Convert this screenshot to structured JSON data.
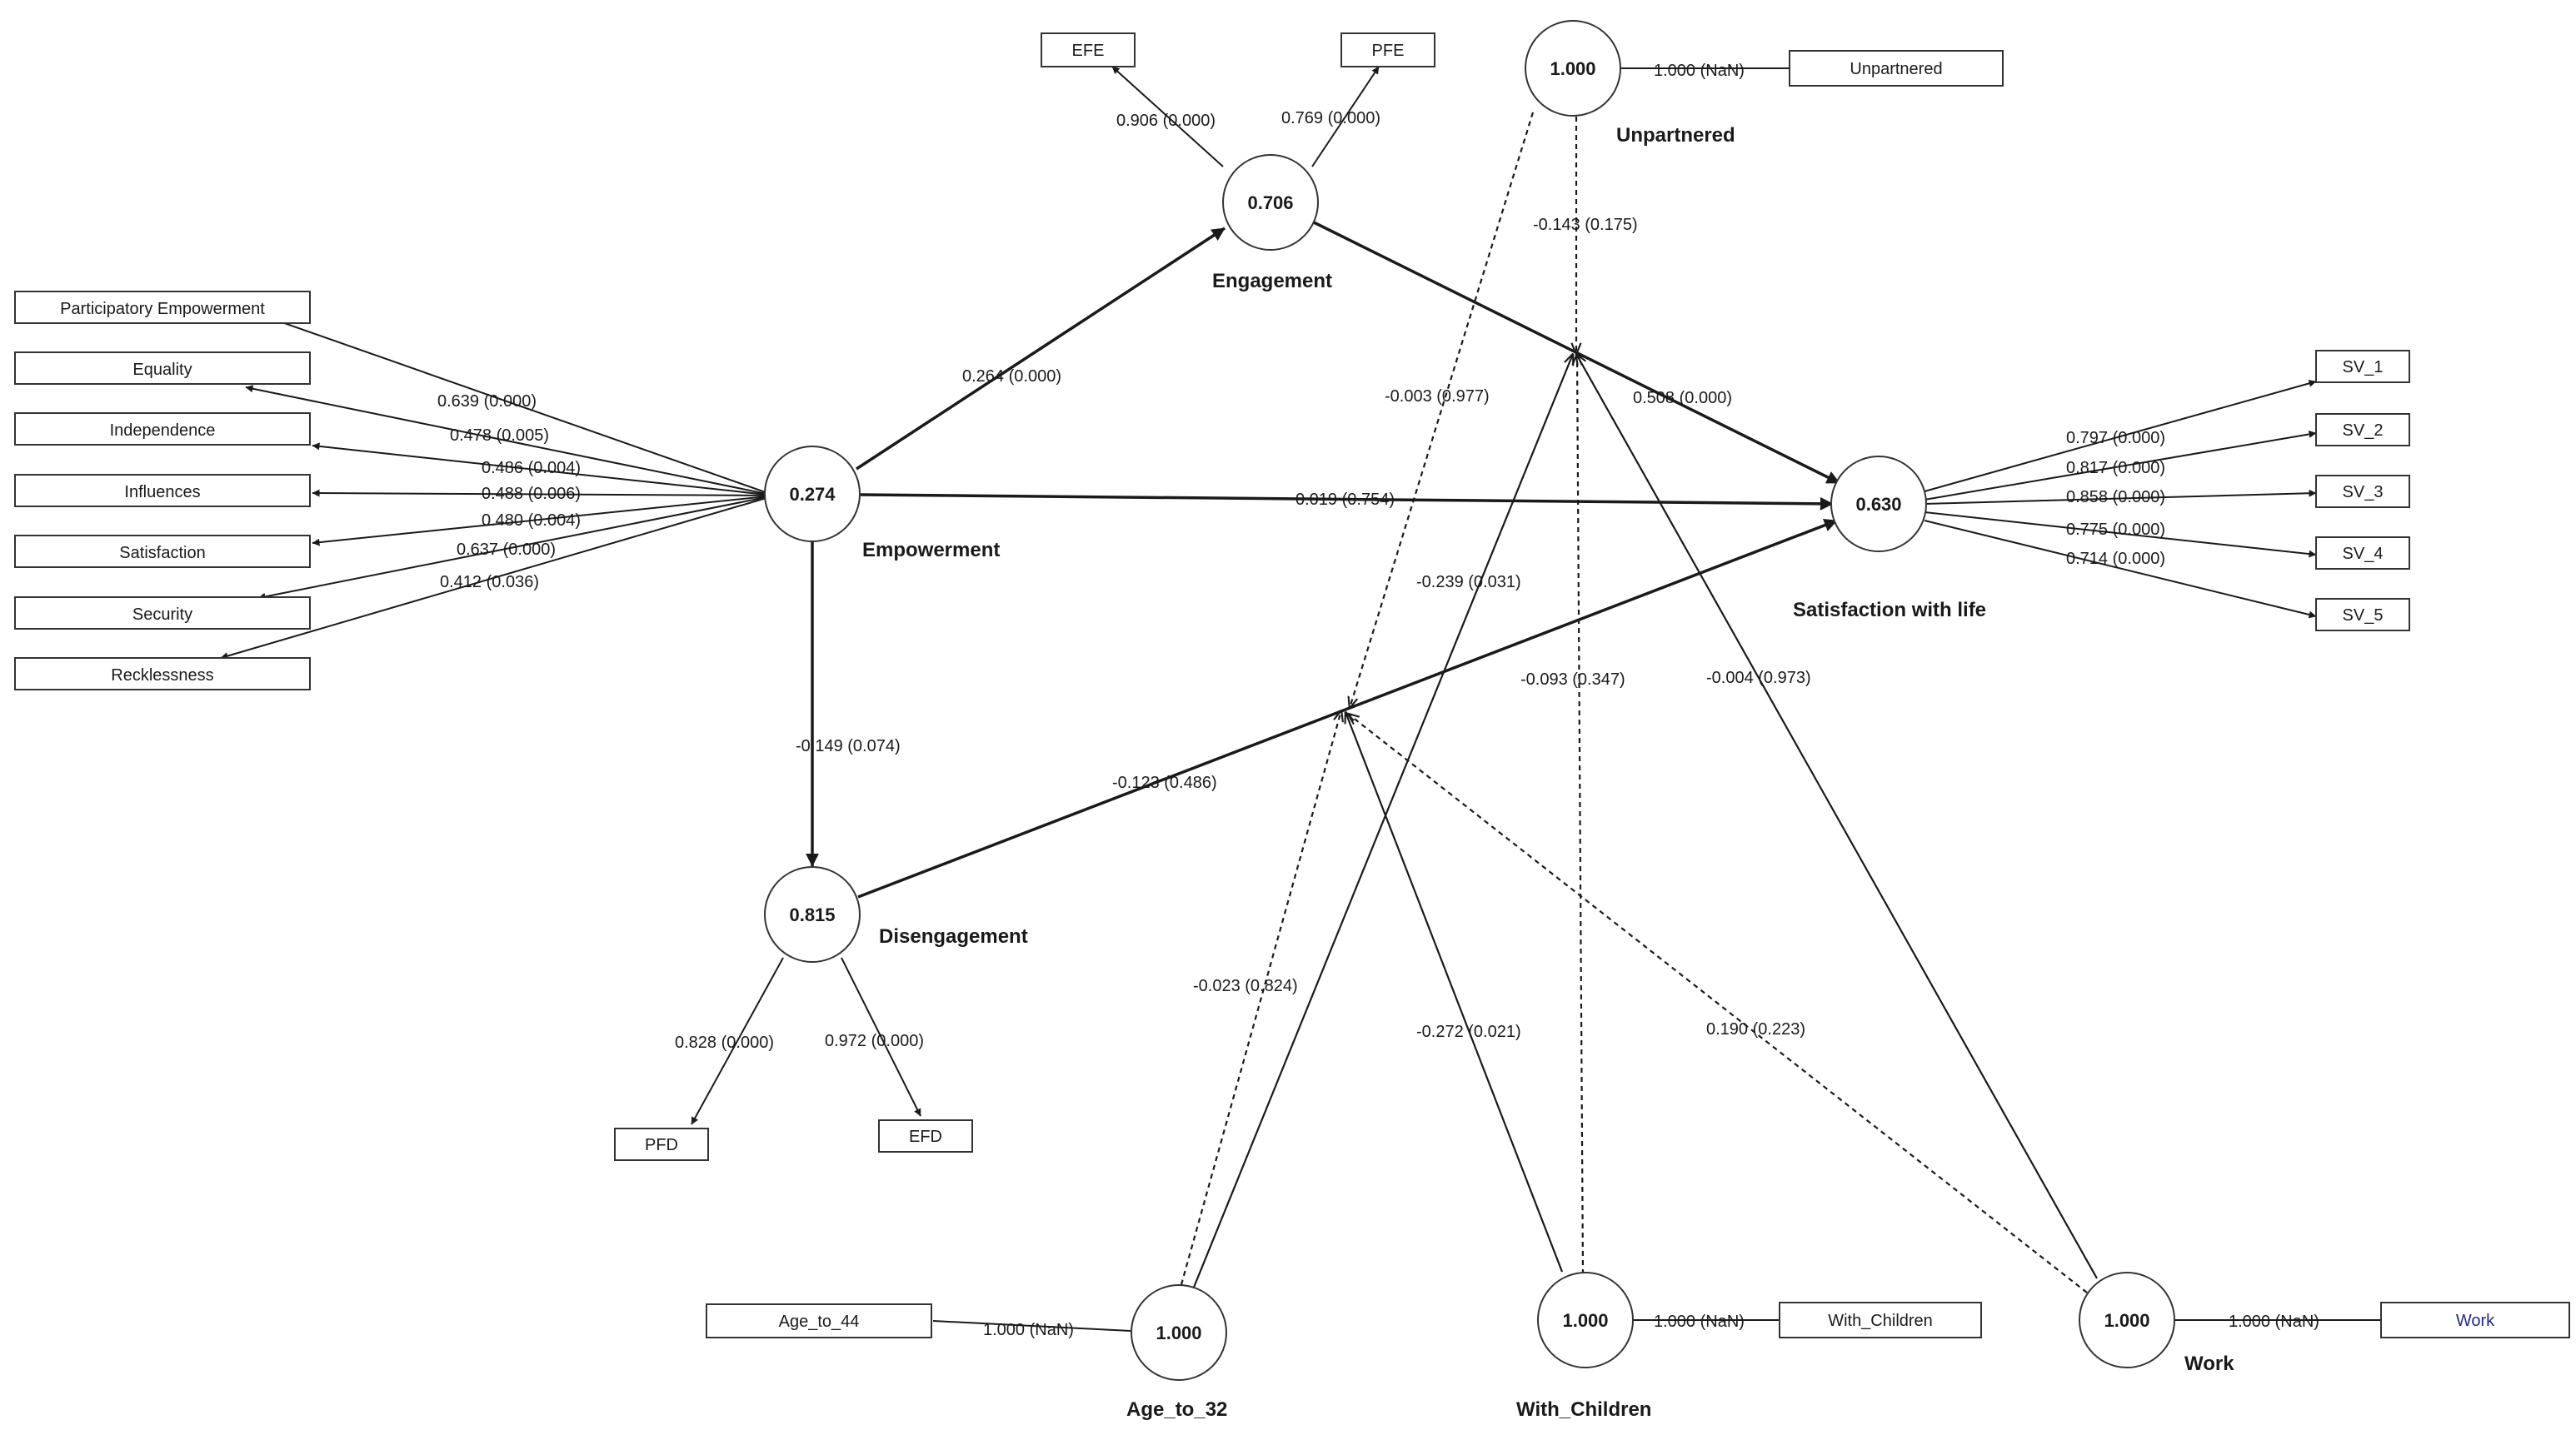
{
  "diagram": {
    "latent": [
      {
        "id": "empowerment",
        "value": "0.274",
        "name": "Empowerment"
      },
      {
        "id": "engagement",
        "value": "0.706",
        "name": "Engagement"
      },
      {
        "id": "disengagement",
        "value": "0.815",
        "name": "Disengagement"
      },
      {
        "id": "satisfaction",
        "value": "0.630",
        "name": "Satisfaction with life"
      },
      {
        "id": "unpartnered",
        "value": "1.000",
        "name": "Unpartnered"
      },
      {
        "id": "age32",
        "value": "1.000",
        "name": "Age_to_32"
      },
      {
        "id": "children",
        "value": "1.000",
        "name": "With_Children"
      },
      {
        "id": "work",
        "value": "1.000",
        "name": "Work"
      }
    ],
    "indicators": [
      {
        "id": "pe",
        "label": "Participatory Empowerment"
      },
      {
        "id": "eq",
        "label": "Equality"
      },
      {
        "id": "ind",
        "label": "Independence"
      },
      {
        "id": "inf",
        "label": "Influences"
      },
      {
        "id": "sat",
        "label": "Satisfaction"
      },
      {
        "id": "sec",
        "label": "Security"
      },
      {
        "id": "rec",
        "label": "Recklessness"
      },
      {
        "id": "efe",
        "label": "EFE"
      },
      {
        "id": "pfe",
        "label": "PFE"
      },
      {
        "id": "unp_box",
        "label": "Unpartnered"
      },
      {
        "id": "sv1",
        "label": "SV_1"
      },
      {
        "id": "sv2",
        "label": "SV_2"
      },
      {
        "id": "sv3",
        "label": "SV_3"
      },
      {
        "id": "sv4",
        "label": "SV_4"
      },
      {
        "id": "sv5",
        "label": "SV_5"
      },
      {
        "id": "pfd",
        "label": "PFD"
      },
      {
        "id": "efd",
        "label": "EFD"
      },
      {
        "id": "age44",
        "label": "Age_to_44"
      },
      {
        "id": "wc_box",
        "label": "With_Children"
      },
      {
        "id": "work_box",
        "label": "Work"
      }
    ],
    "loadings": [
      {
        "id": "l_pe",
        "label": "0.639 (0.000)"
      },
      {
        "id": "l_eq",
        "label": "0.478 (0.005)"
      },
      {
        "id": "l_ind",
        "label": "0.486 (0.004)"
      },
      {
        "id": "l_inf",
        "label": "0.488 (0.006)"
      },
      {
        "id": "l_sat",
        "label": "0.480 (0.004)"
      },
      {
        "id": "l_sec",
        "label": "0.637 (0.000)"
      },
      {
        "id": "l_rec",
        "label": "0.412 (0.036)"
      },
      {
        "id": "l_efe",
        "label": "0.906 (0.000)"
      },
      {
        "id": "l_pfe",
        "label": "0.769 (0.000)"
      },
      {
        "id": "l_unp",
        "label": "1.000 (NaN)"
      },
      {
        "id": "l_sv1",
        "label": "0.797 (0.000)"
      },
      {
        "id": "l_sv2",
        "label": "0.817 (0.000)"
      },
      {
        "id": "l_sv3",
        "label": "0.858 (0.000)"
      },
      {
        "id": "l_sv4",
        "label": "0.775 (0.000)"
      },
      {
        "id": "l_sv5",
        "label": "0.714 (0.000)"
      },
      {
        "id": "l_pfd",
        "label": "0.828 (0.000)"
      },
      {
        "id": "l_efd",
        "label": "0.972 (0.000)"
      },
      {
        "id": "l_age44",
        "label": "1.000 (NaN)"
      },
      {
        "id": "l_wc",
        "label": "1.000 (NaN)"
      },
      {
        "id": "l_work",
        "label": "1.000 (NaN)"
      }
    ],
    "paths": [
      {
        "id": "p_emp_eng",
        "label": "0.264 (0.000)"
      },
      {
        "id": "p_eng_sat",
        "label": "0.508 (0.000)"
      },
      {
        "id": "p_emp_sat",
        "label": "0.019 (0.754)"
      },
      {
        "id": "p_emp_dis",
        "label": "-0.149 (0.074)"
      },
      {
        "id": "p_dis_sat",
        "label": "-0.123 (0.486)"
      },
      {
        "id": "m_unp",
        "label": "-0.143 (0.175)"
      },
      {
        "id": "m_age_eng",
        "label": "-0.239 (0.031)"
      },
      {
        "id": "m_age_dis",
        "label": "-0.003 (0.977)"
      },
      {
        "id": "m_wc_eng",
        "label": "-0.093 (0.347)"
      },
      {
        "id": "m_work_eng",
        "label": "-0.004 (0.973)"
      },
      {
        "id": "m_age_dis2",
        "label": "-0.023 (0.824)"
      },
      {
        "id": "m_wc_dis",
        "label": "-0.272 (0.021)"
      },
      {
        "id": "m_work_dis",
        "label": "0.190 (0.223)"
      }
    ]
  }
}
